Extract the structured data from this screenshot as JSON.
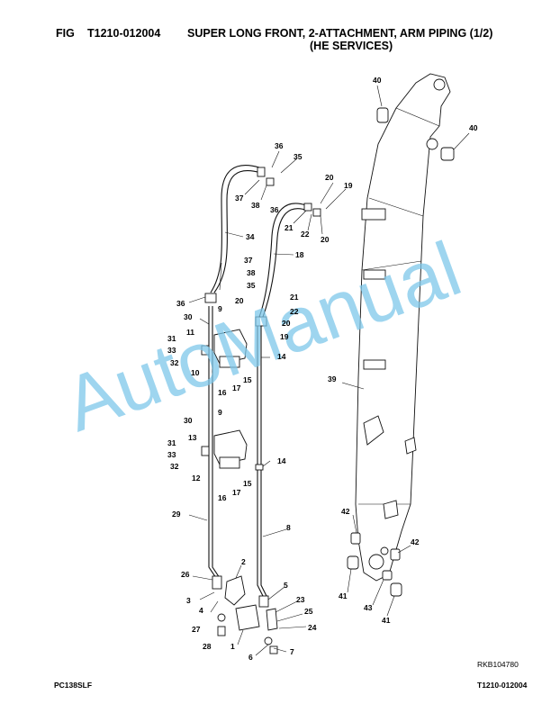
{
  "header": {
    "fig_label": "FIG",
    "fig_number": "T1210-012004",
    "title_line1": "SUPER LONG FRONT, 2-ATTACHMENT, ARM PIPING (1/2)",
    "title_line2": "(HE SERVICES)"
  },
  "watermark": "AutoManual",
  "reference_code": "RKB104780",
  "footer": {
    "model": "PC138SLF",
    "page_code": "T1210-012004"
  },
  "callouts": [
    "40",
    "40",
    "36",
    "35",
    "37",
    "38",
    "36",
    "20",
    "19",
    "21",
    "22",
    "20",
    "34",
    "18",
    "37",
    "38",
    "35",
    "21",
    "22",
    "36",
    "20",
    "20",
    "30",
    "9",
    "19",
    "11",
    "31",
    "33",
    "14",
    "32",
    "10",
    "15",
    "16",
    "17",
    "39",
    "30",
    "9",
    "13",
    "31",
    "33",
    "32",
    "14",
    "12",
    "15",
    "16",
    "17",
    "29",
    "8",
    "42",
    "42",
    "2",
    "26",
    "5",
    "3",
    "23",
    "4",
    "25",
    "27",
    "24",
    "28",
    "1",
    "6",
    "7",
    "41",
    "43",
    "41"
  ],
  "colors": {
    "watermark": "#7ec8ea",
    "line": "#111111"
  }
}
